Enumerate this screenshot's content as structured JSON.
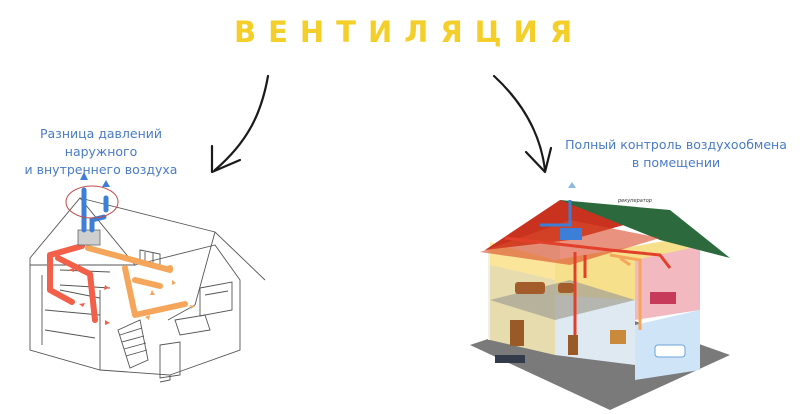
{
  "title": "ВЕНТИЛЯЦИЯ",
  "left": {
    "caption_line1": "Разница давлений наружного",
    "caption_line2": "и внутреннего воздуха",
    "illustration": "natural-ventilation-house-diagram"
  },
  "right": {
    "caption_line1": "Полный контроль воздухообмена",
    "caption_line2": "в помещении",
    "illustration": "mechanical-ventilation-house-diagram",
    "annotation": "рекуператор"
  },
  "colors": {
    "title": "#f4cf2a",
    "caption": "#4a7bc8",
    "supply_duct": "#f2604a",
    "exhaust_duct": "#f5a65b",
    "vent_pipe": "#3d7fd6",
    "roof": "#c8321f"
  }
}
